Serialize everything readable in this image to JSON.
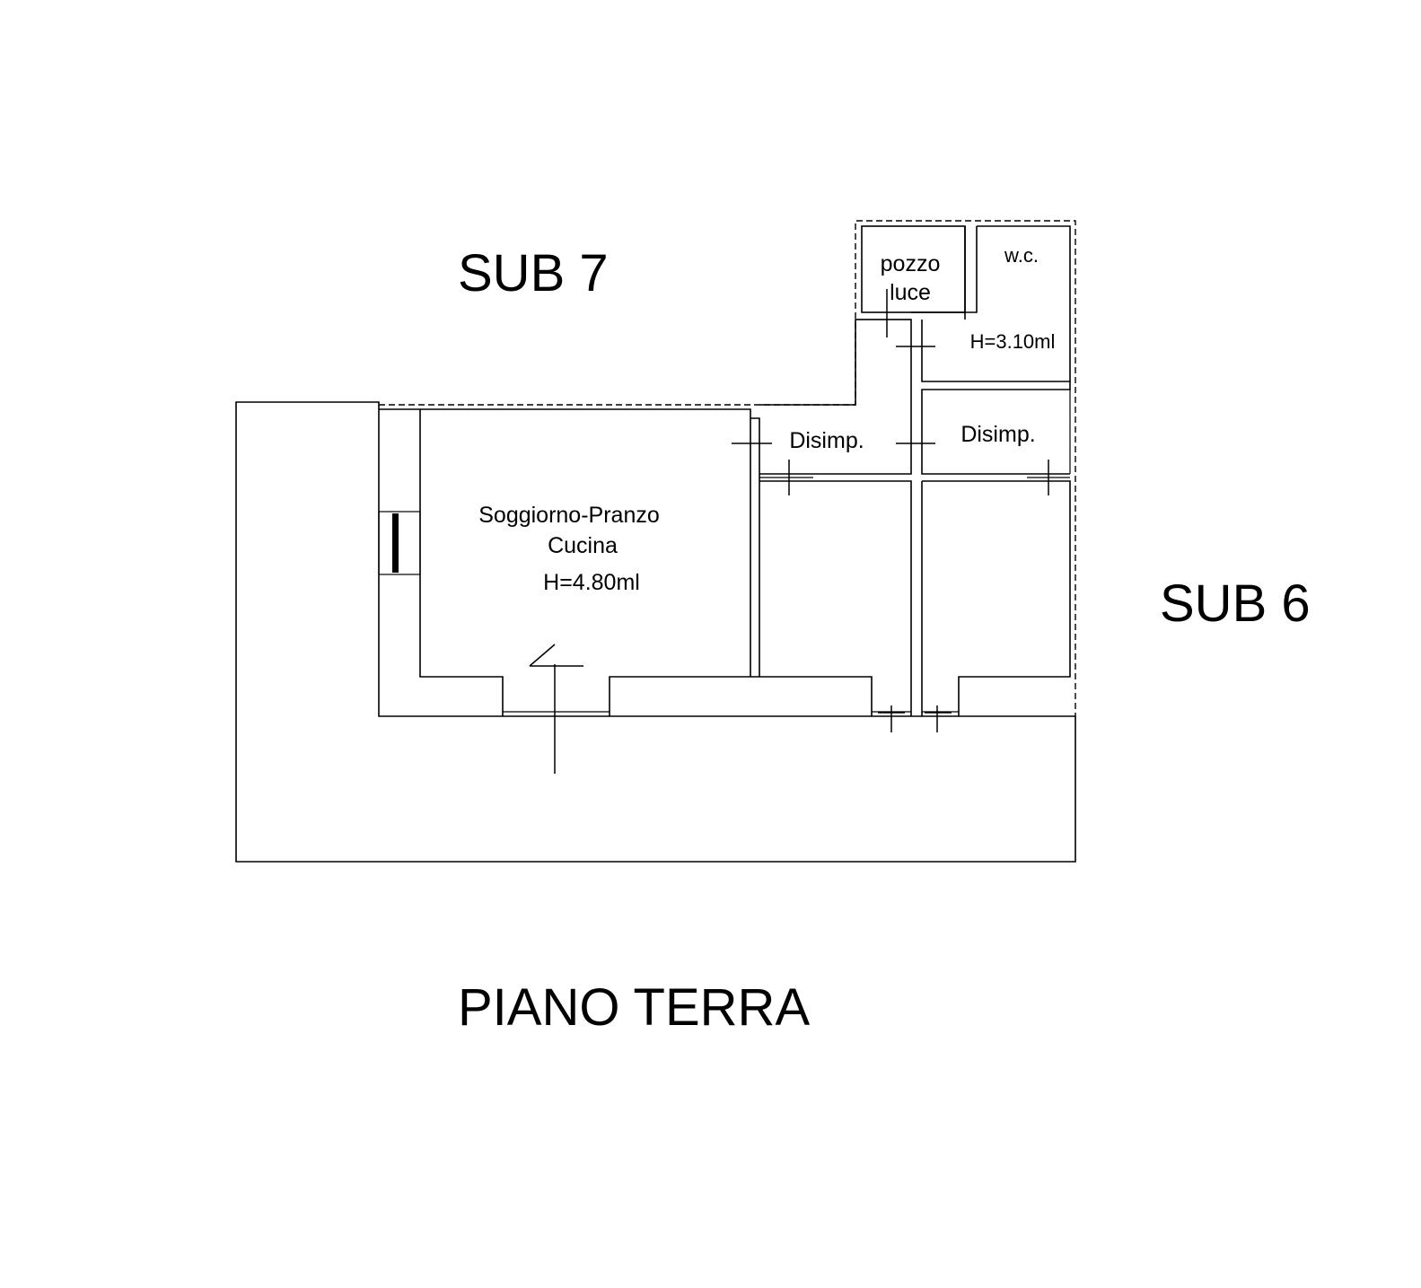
{
  "labels": {
    "sub7": "SUB 7",
    "sub6": "SUB 6",
    "floor": "PIANO TERRA"
  },
  "rooms": {
    "living": {
      "name_line1": "Soggiorno-Pranzo",
      "name_line2": "Cucina",
      "height": "H=4.80ml"
    },
    "lightwell": {
      "name_line1": "pozzo",
      "name_line2": "luce"
    },
    "wc": {
      "name": "w.c.",
      "height": "H=3.10ml"
    },
    "hall_left": {
      "name": "Disimp."
    },
    "hall_right": {
      "name": "Disimp."
    }
  }
}
